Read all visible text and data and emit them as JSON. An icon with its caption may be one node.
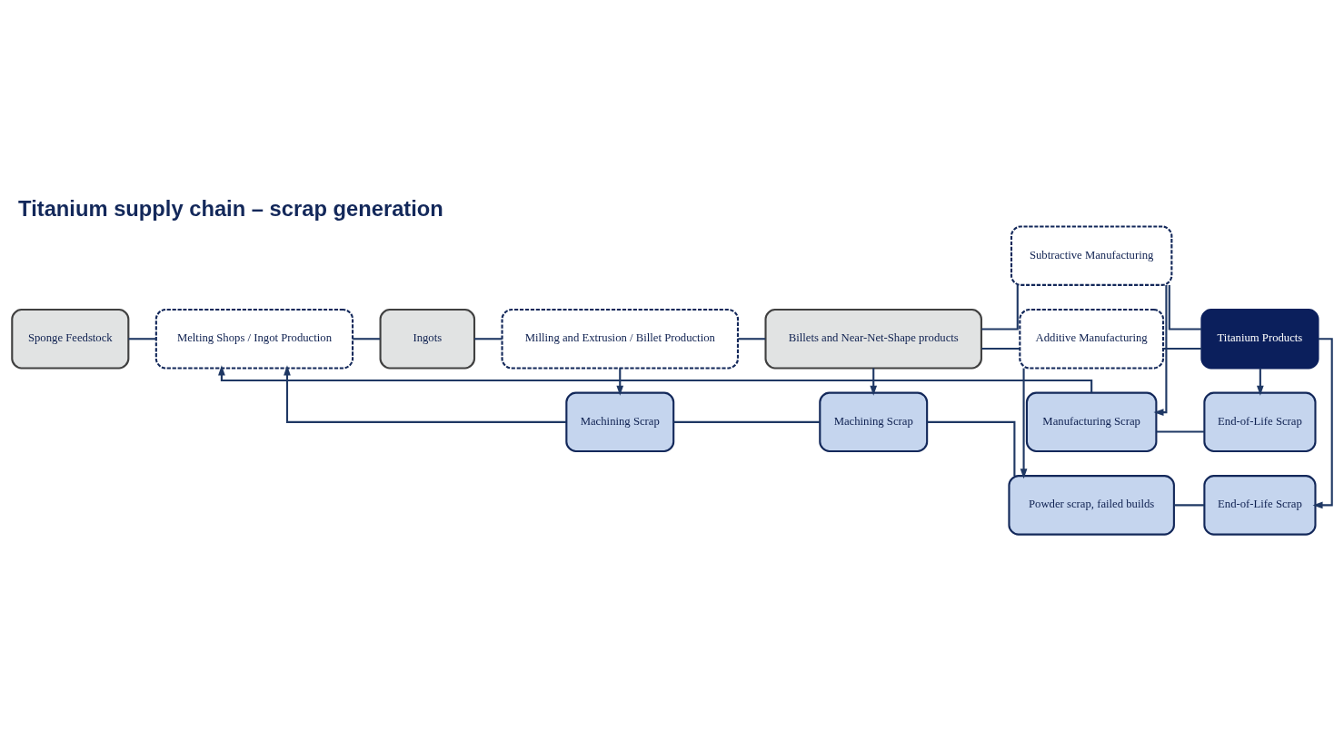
{
  "diagram": {
    "title": "Titanium supply chain – scrap generation",
    "nodes": [
      {
        "text": [
          "Sponge Feedstock"
        ]
      },
      {
        "text": [
          "Melting Shops / Ingot Production"
        ]
      },
      {
        "text": [
          "Ingots"
        ]
      },
      {
        "text": [
          "Milling and Extrusion / Billet Production"
        ]
      },
      {
        "text": [
          "Billets and Near-Net-Shape products"
        ]
      },
      {
        "text": [
          "Manufacturing Scrap"
        ]
      },
      {
        "text": [
          "End-of-Life Scrap"
        ]
      },
      {
        "text": [
          "Subtractive Manufacturing"
        ]
      },
      {
        "text": [
          "Titanium Products"
        ]
      },
      {
        "text": [
          "Additive Manufacturing"
        ]
      },
      {
        "text": [
          "Machining Scrap"
        ]
      },
      {
        "text": [
          "Machining Scrap"
        ]
      },
      {
        "text": [
          "Powder scrap, failed builds"
        ]
      },
      {
        "text": [
          "End-of-Life Scrap"
        ]
      }
    ],
    "edges": [
      {
        "from": 0,
        "to": 1,
        "arrow": "none"
      },
      {
        "from": 1,
        "to": 2,
        "arrow": "none"
      },
      {
        "from": 2,
        "to": 3,
        "arrow": "none"
      },
      {
        "from": 3,
        "to": 4,
        "arrow": "none"
      },
      {
        "from": 4,
        "to": 7,
        "arrow": "none"
      },
      {
        "from": 4,
        "to": 9,
        "arrow": "none"
      },
      {
        "from": 7,
        "to": 8,
        "arrow": "none"
      },
      {
        "from": 9,
        "to": 8,
        "arrow": "none"
      },
      {
        "from": 7,
        "to": 5,
        "arrow": "to"
      },
      {
        "from": 9,
        "to": 12,
        "arrow": "to"
      },
      {
        "from": 8,
        "to": 6,
        "arrow": "to"
      },
      {
        "from": 8,
        "to": 13,
        "arrow": "to"
      },
      {
        "from": 3,
        "to": 10,
        "arrow": "to"
      },
      {
        "from": 4,
        "to": 11,
        "arrow": "to"
      },
      {
        "from": 5,
        "to": 6,
        "arrow": "none"
      },
      {
        "from": 10,
        "to": 11,
        "arrow": "none"
      },
      {
        "from": 11,
        "to": 12,
        "arrow": "none"
      },
      {
        "from": 12,
        "to": 13,
        "arrow": "none"
      },
      {
        "from": 5,
        "to": 1,
        "arrow": "to"
      },
      {
        "from": 10,
        "to": 1,
        "arrow": "to"
      }
    ]
  }
}
